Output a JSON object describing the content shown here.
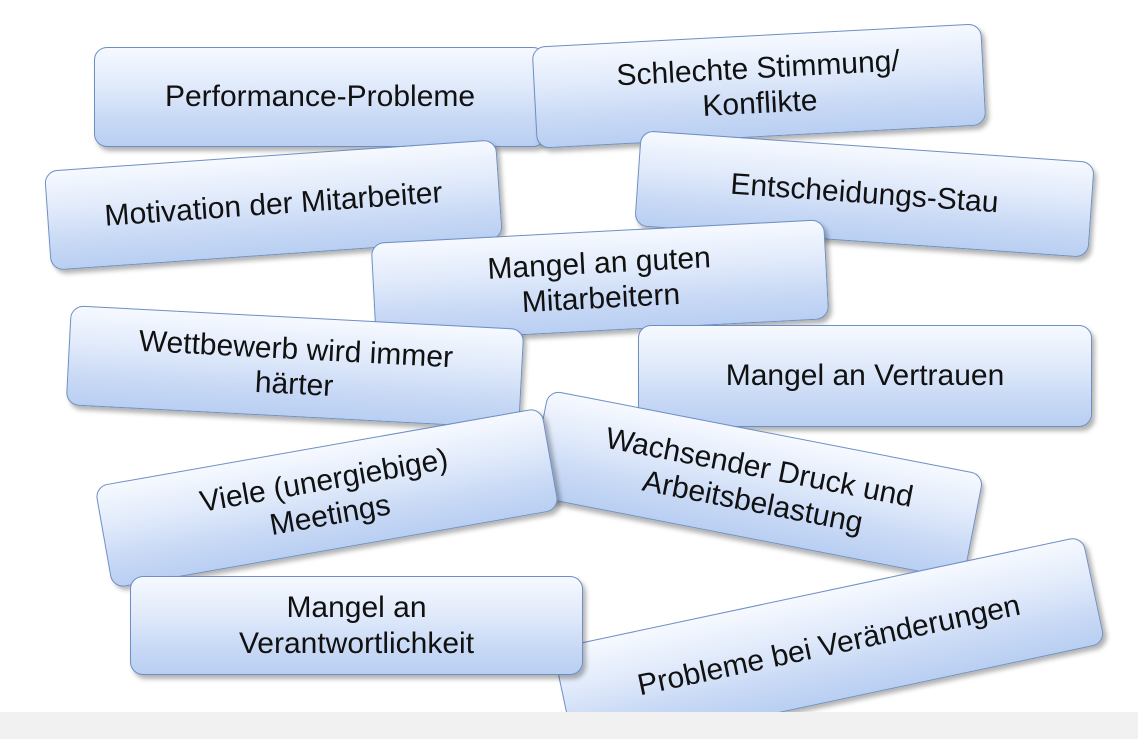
{
  "cards": [
    {
      "id": "performance",
      "lines": [
        "Performance-Probleme"
      ]
    },
    {
      "id": "stimmung",
      "lines": [
        "Schlechte Stimmung/",
        "Konflikte"
      ]
    },
    {
      "id": "motivation",
      "lines": [
        "Motivation der Mitarbeiter"
      ]
    },
    {
      "id": "entscheidung",
      "lines": [
        "Entscheidungs-Stau"
      ]
    },
    {
      "id": "mangel-mitarbeiter",
      "lines": [
        "Mangel an guten",
        "Mitarbeitern"
      ]
    },
    {
      "id": "wettbewerb",
      "lines": [
        "Wettbewerb wird immer",
        "härter"
      ]
    },
    {
      "id": "vertrauen",
      "lines": [
        "Mangel an Vertrauen"
      ]
    },
    {
      "id": "druck",
      "lines": [
        "Wachsender Druck und",
        "Arbeitsbelastung"
      ]
    },
    {
      "id": "meetings",
      "lines": [
        "Viele (unergiebige)",
        "Meetings"
      ]
    },
    {
      "id": "veraenderungen",
      "lines": [
        "Probleme bei Veränderungen"
      ]
    },
    {
      "id": "verantwortlichkeit",
      "lines": [
        "Mangel an",
        "Verantwortlichkeit"
      ]
    }
  ]
}
